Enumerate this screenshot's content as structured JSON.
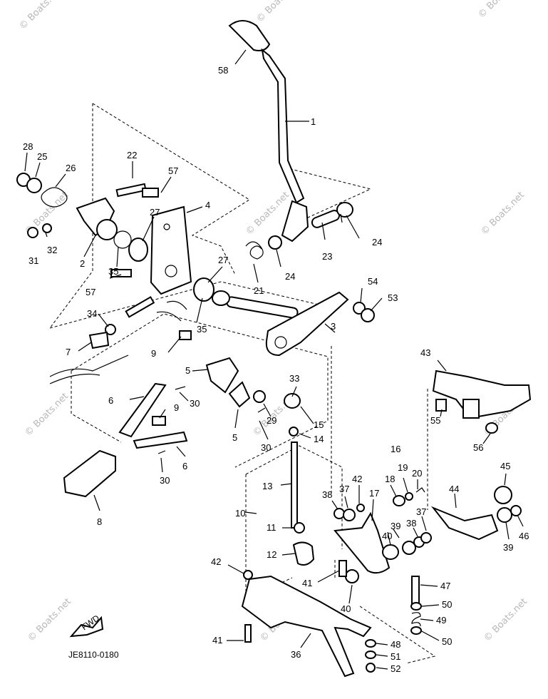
{
  "watermark": "© Boats.net",
  "drawing_code": "JE8110-0180",
  "fwd_label": "FWD",
  "callouts": [
    {
      "id": "c58",
      "text": "58"
    },
    {
      "id": "c1",
      "text": "1"
    },
    {
      "id": "c28",
      "text": "28"
    },
    {
      "id": "c25",
      "text": "25"
    },
    {
      "id": "c26",
      "text": "26"
    },
    {
      "id": "c22",
      "text": "22"
    },
    {
      "id": "c57a",
      "text": "57"
    },
    {
      "id": "c4",
      "text": "4"
    },
    {
      "id": "c27a",
      "text": "27"
    },
    {
      "id": "c31",
      "text": "31"
    },
    {
      "id": "c32",
      "text": "32"
    },
    {
      "id": "c2",
      "text": "2"
    },
    {
      "id": "c35a",
      "text": "35"
    },
    {
      "id": "c57b",
      "text": "57"
    },
    {
      "id": "c24a",
      "text": "24"
    },
    {
      "id": "c23",
      "text": "23"
    },
    {
      "id": "c24b",
      "text": "24"
    },
    {
      "id": "c27b",
      "text": "27"
    },
    {
      "id": "c21",
      "text": "21"
    },
    {
      "id": "c54",
      "text": "54"
    },
    {
      "id": "c53",
      "text": "53"
    },
    {
      "id": "c3",
      "text": "3"
    },
    {
      "id": "c34",
      "text": "34"
    },
    {
      "id": "c35b",
      "text": "35"
    },
    {
      "id": "c7",
      "text": "7"
    },
    {
      "id": "c9a",
      "text": "9"
    },
    {
      "id": "c5a",
      "text": "5"
    },
    {
      "id": "c33",
      "text": "33"
    },
    {
      "id": "c43",
      "text": "43"
    },
    {
      "id": "c6a",
      "text": "6"
    },
    {
      "id": "c30a",
      "text": "30"
    },
    {
      "id": "c9b",
      "text": "9"
    },
    {
      "id": "c29",
      "text": "29"
    },
    {
      "id": "c15",
      "text": "15"
    },
    {
      "id": "c55",
      "text": "55"
    },
    {
      "id": "c5b",
      "text": "5"
    },
    {
      "id": "c30b",
      "text": "30"
    },
    {
      "id": "c14",
      "text": "14"
    },
    {
      "id": "c56",
      "text": "56"
    },
    {
      "id": "c6b",
      "text": "6"
    },
    {
      "id": "c16",
      "text": "16"
    },
    {
      "id": "c30c",
      "text": "30"
    },
    {
      "id": "c42a",
      "text": "42"
    },
    {
      "id": "c18",
      "text": "18"
    },
    {
      "id": "c19",
      "text": "19"
    },
    {
      "id": "c20",
      "text": "20"
    },
    {
      "id": "c45",
      "text": "45"
    },
    {
      "id": "c13",
      "text": "13"
    },
    {
      "id": "c38a",
      "text": "38"
    },
    {
      "id": "c37a",
      "text": "37"
    },
    {
      "id": "c17",
      "text": "17"
    },
    {
      "id": "c44",
      "text": "44"
    },
    {
      "id": "c8",
      "text": "8"
    },
    {
      "id": "c10",
      "text": "10"
    },
    {
      "id": "c37b",
      "text": "37"
    },
    {
      "id": "c39a",
      "text": "39"
    },
    {
      "id": "c38b",
      "text": "38"
    },
    {
      "id": "c46",
      "text": "46"
    },
    {
      "id": "c11",
      "text": "11"
    },
    {
      "id": "c40a",
      "text": "40"
    },
    {
      "id": "c39b",
      "text": "39"
    },
    {
      "id": "c12",
      "text": "12"
    },
    {
      "id": "c42b",
      "text": "42"
    },
    {
      "id": "c41a",
      "text": "41"
    },
    {
      "id": "c47",
      "text": "47"
    },
    {
      "id": "c40b",
      "text": "40"
    },
    {
      "id": "c50a",
      "text": "50"
    },
    {
      "id": "c49",
      "text": "49"
    },
    {
      "id": "c50b",
      "text": "50"
    },
    {
      "id": "c41b",
      "text": "41"
    },
    {
      "id": "c48",
      "text": "48"
    },
    {
      "id": "c36",
      "text": "36"
    },
    {
      "id": "c51",
      "text": "51"
    },
    {
      "id": "c52",
      "text": "52"
    }
  ]
}
